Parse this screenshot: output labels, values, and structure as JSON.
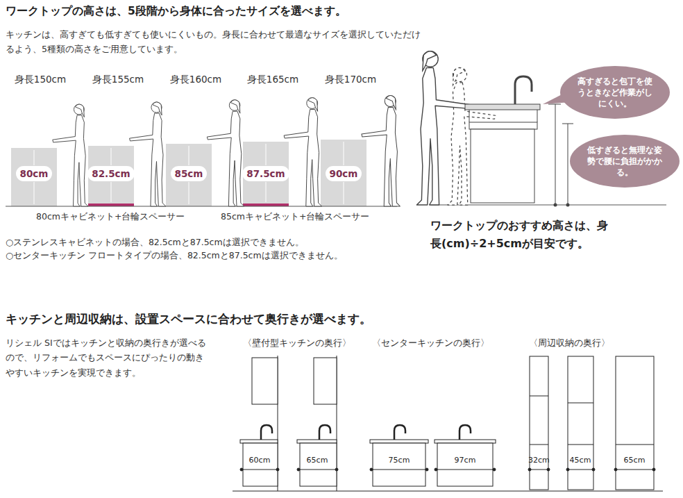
{
  "diagram": {
    "title": "ワークトップの高さは、5段階から身体に合ったサイズを選べます。",
    "nodes": [
      {
        "text": [
          "80cm"
        ]
      },
      {
        "text": [
          "82.5cm"
        ]
      },
      {
        "text": [
          "85cm"
        ]
      },
      {
        "text": [
          "87.5cm"
        ]
      },
      {
        "text": [
          "90cm"
        ]
      },
      {
        "text": [
          "高すぎると包丁を使うときなど作業がしにくい。"
        ]
      },
      {
        "text": [
          "低すぎると無理な姿勢で腰に負担がかかる。"
        ]
      }
    ],
    "labels": [
      "キッチンは、高すぎても低すぎても使いにくいもの。身長に合わせて最適なサイズを選択していただけるよう、5種類の高さをご用意しています。",
      "身長150cm",
      "身長155cm",
      "身長160cm",
      "身長165cm",
      "身長170cm",
      "80cmキャビネット+台輪スペーサー",
      "85cmキャビネット+台輪スペーサー",
      "○ステンレスキャビネットの場合、82.5cmと87.5cmは選択できません。",
      "○センターキッチン フロートタイプの場合、82.5cmと87.5cmは選択できません。",
      "ワークトップのおすすめ高さは、身長(cm)÷2+5cmが目安です。",
      "キッチンと周辺収納は、設置スペースに合わせて奥行きが選べます。",
      "リシェル SIではキッチンと収納の奥行きが選べるので、リフォームでもスペースにぴったりの動きやすいキッチンを実現できます。",
      "〈壁付型キッチンの奥行〉",
      "〈センターキッチンの奥行〉",
      "〈周辺収納の奥行〉",
      "60cm",
      "65cm",
      "75cm",
      "97cm",
      "32cm",
      "45cm",
      "65cm"
    ]
  }
}
